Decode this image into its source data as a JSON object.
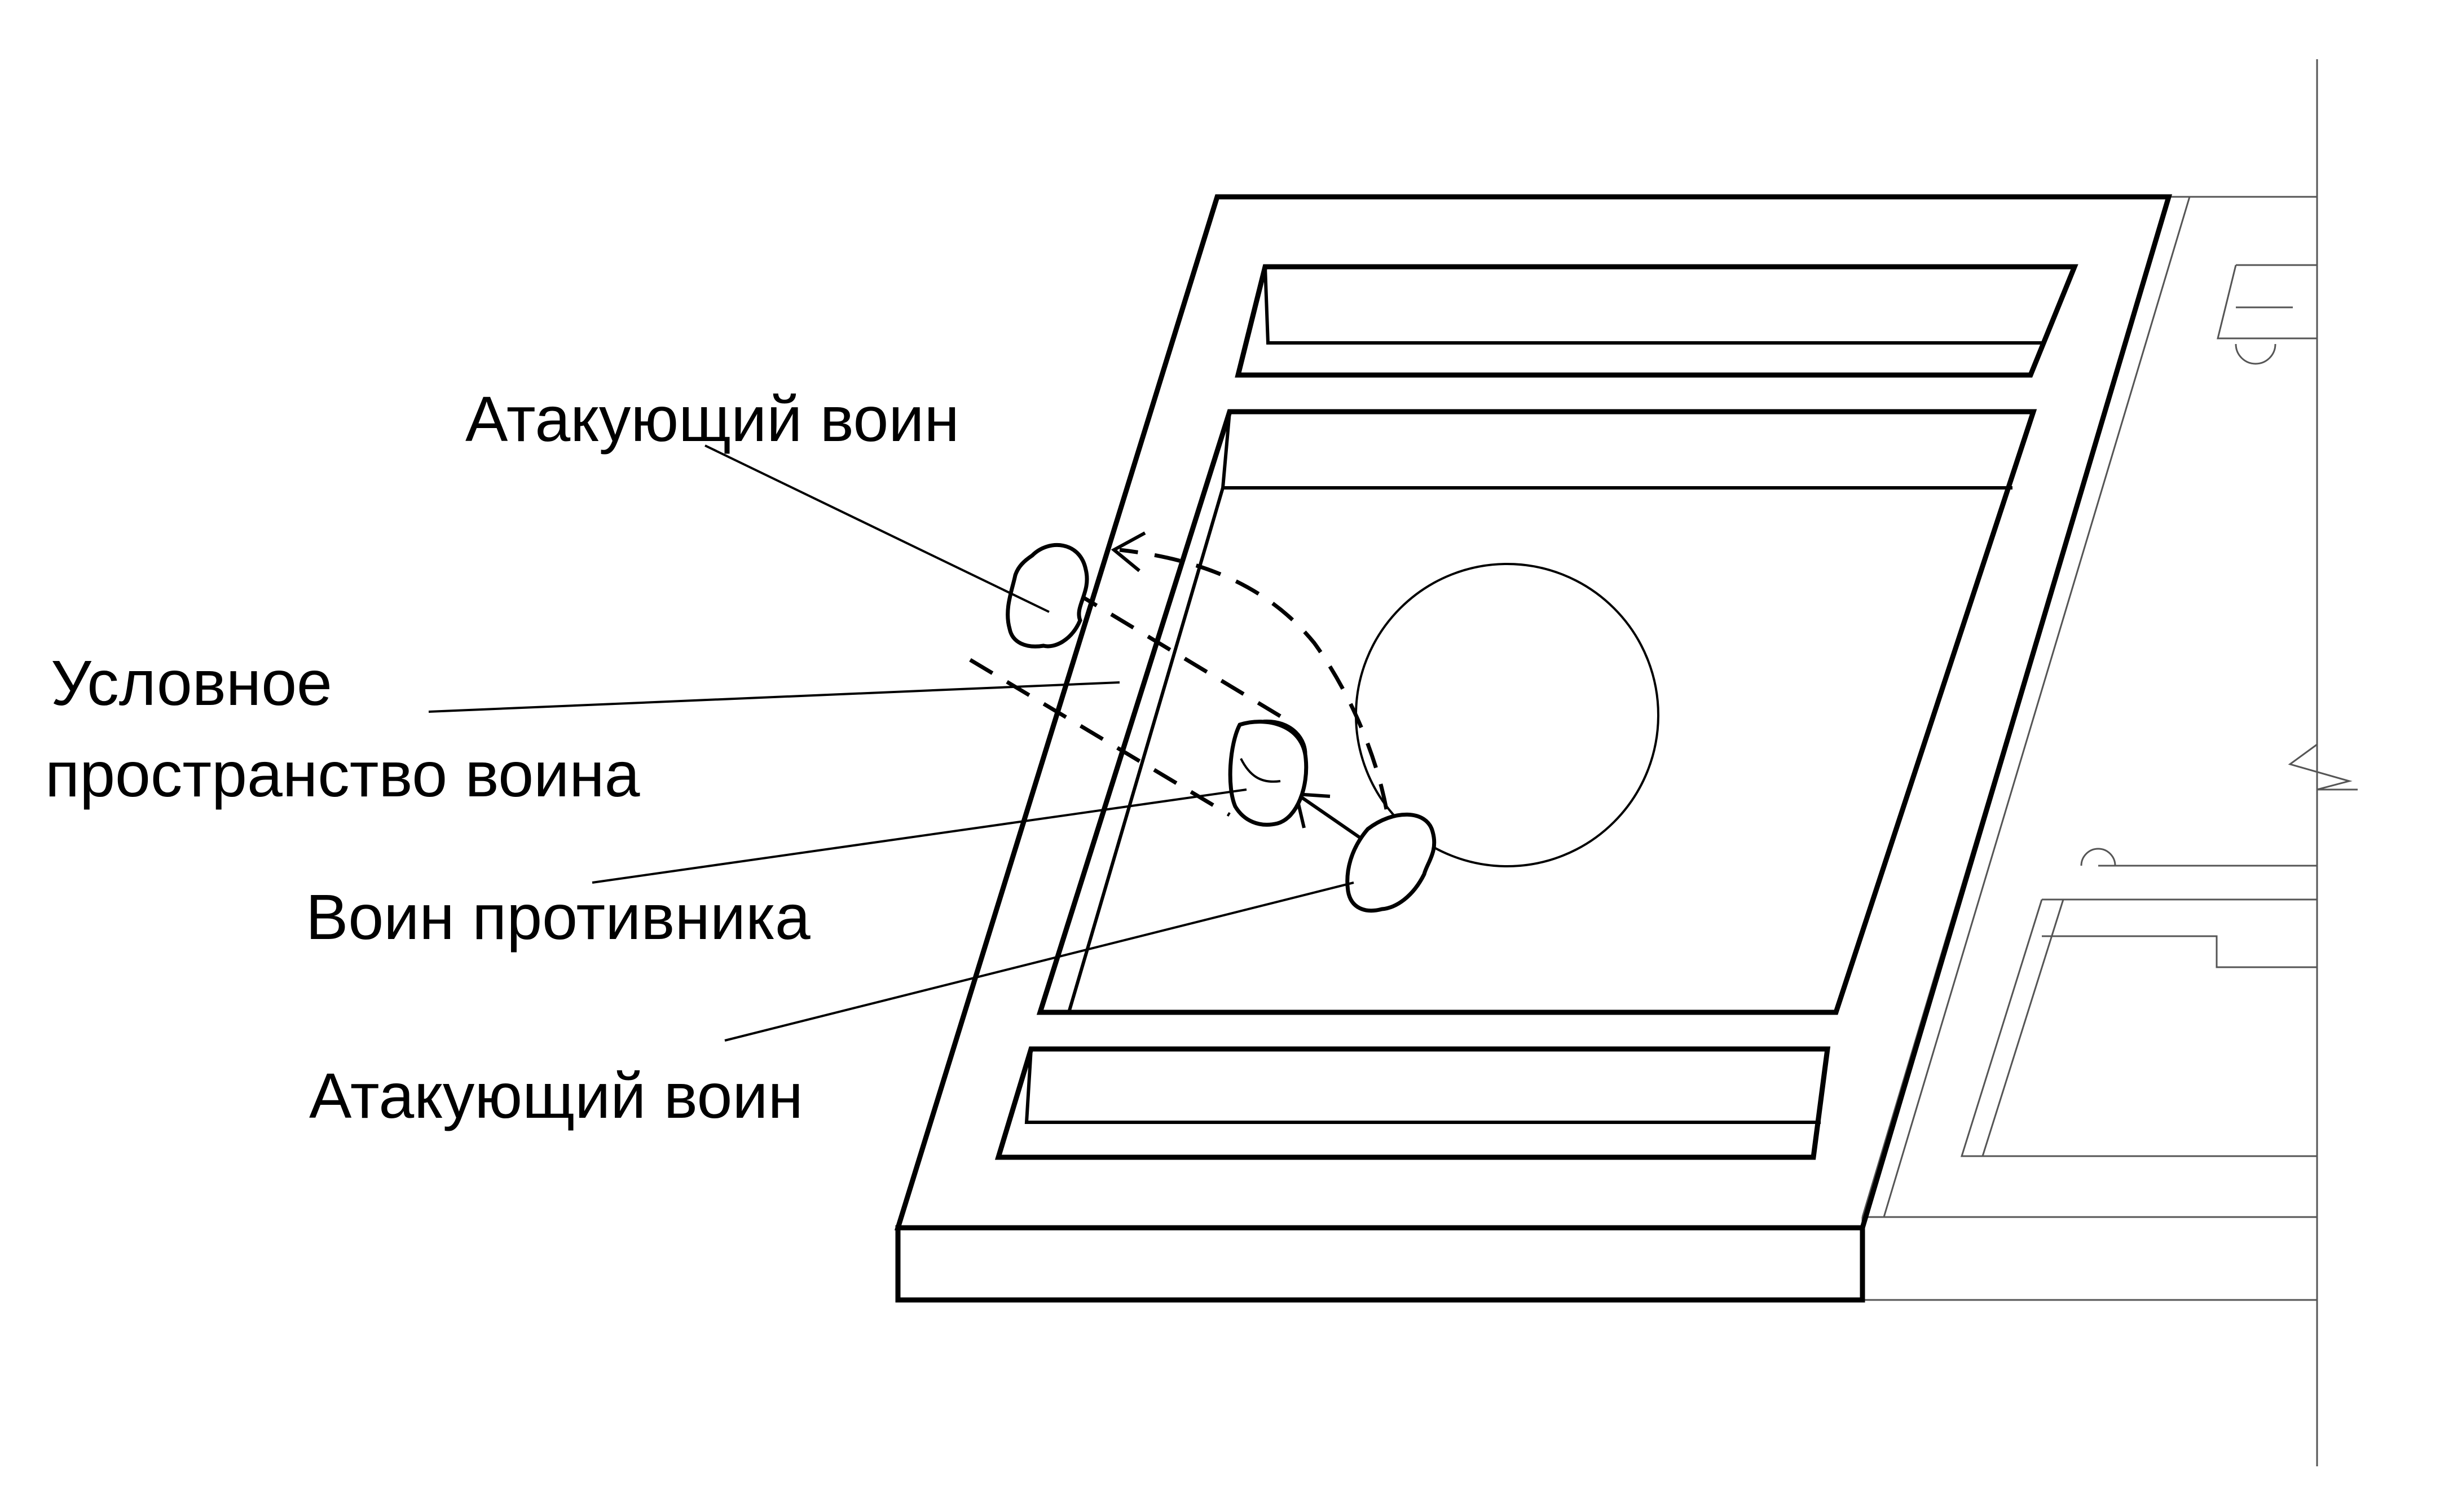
{
  "labels": {
    "attacking_warrior_top": "Атакующий воин",
    "conditional_space_line1": "Условное",
    "conditional_space_line2": "пространство воина",
    "enemy_warrior": "Воин противника",
    "attacking_warrior_bottom": "Атакующий воин"
  },
  "colors": {
    "ink": "#000000",
    "faint_ink": "#555555",
    "background": "#ffffff"
  }
}
